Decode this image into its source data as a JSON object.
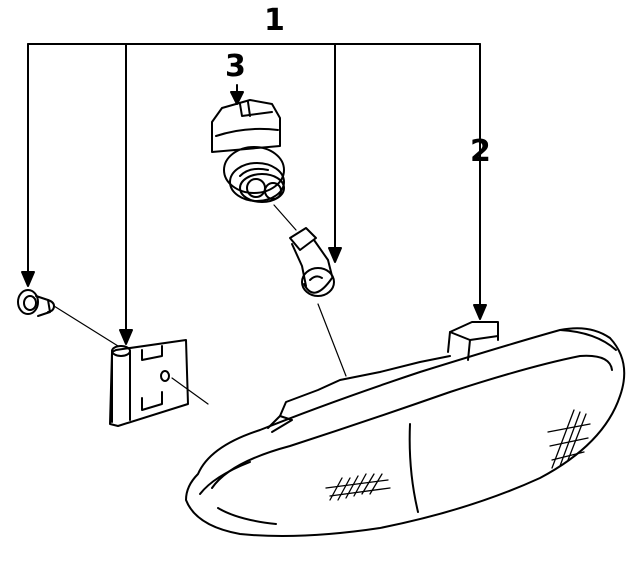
{
  "callouts": {
    "assembly": "1",
    "lens_housing": "2",
    "bulb_socket": "3"
  },
  "colors": {
    "line": "#000000",
    "background": "#ffffff"
  }
}
